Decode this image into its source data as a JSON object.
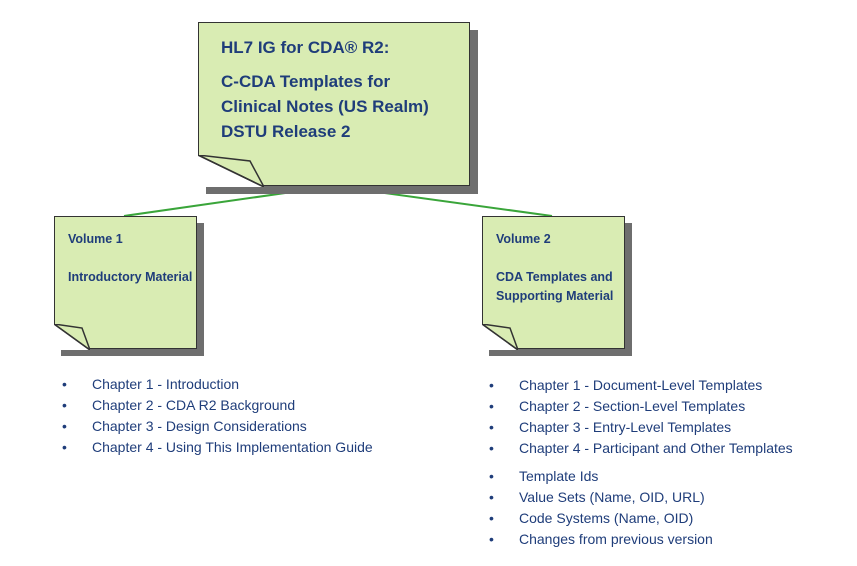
{
  "root": {
    "line1": "HL7 IG for CDA® R2:",
    "line2": "C-CDA Templates for",
    "line3": "Clinical Notes (US Realm)",
    "line4": "DSTU Release 2"
  },
  "volume1": {
    "title": "Volume 1",
    "subtitle": "Introductory Material",
    "chapters": [
      "Chapter 1 - Introduction",
      "Chapter 2 - CDA R2 Background",
      "Chapter 3 - Design Considerations",
      "Chapter 4 - Using This Implementation Guide"
    ]
  },
  "volume2": {
    "title": "Volume 2",
    "subtitle": "CDA Templates and Supporting Material",
    "chapters": [
      "Chapter 1 - Document-Level Templates",
      "Chapter 2 - Section-Level Templates",
      "Chapter 3 - Entry-Level Templates",
      "Chapter 4 - Participant and Other Templates"
    ],
    "appendices": [
      "Template Ids",
      "Value Sets (Name, OID, URL)",
      "Code Systems (Name, OID)",
      "Changes from previous version"
    ]
  },
  "colors": {
    "note_fill": "#d9ecb3",
    "note_border": "#333333",
    "text": "#1f3d7a",
    "connector": "#3aa53a",
    "shadow": "#6e6e6e"
  }
}
